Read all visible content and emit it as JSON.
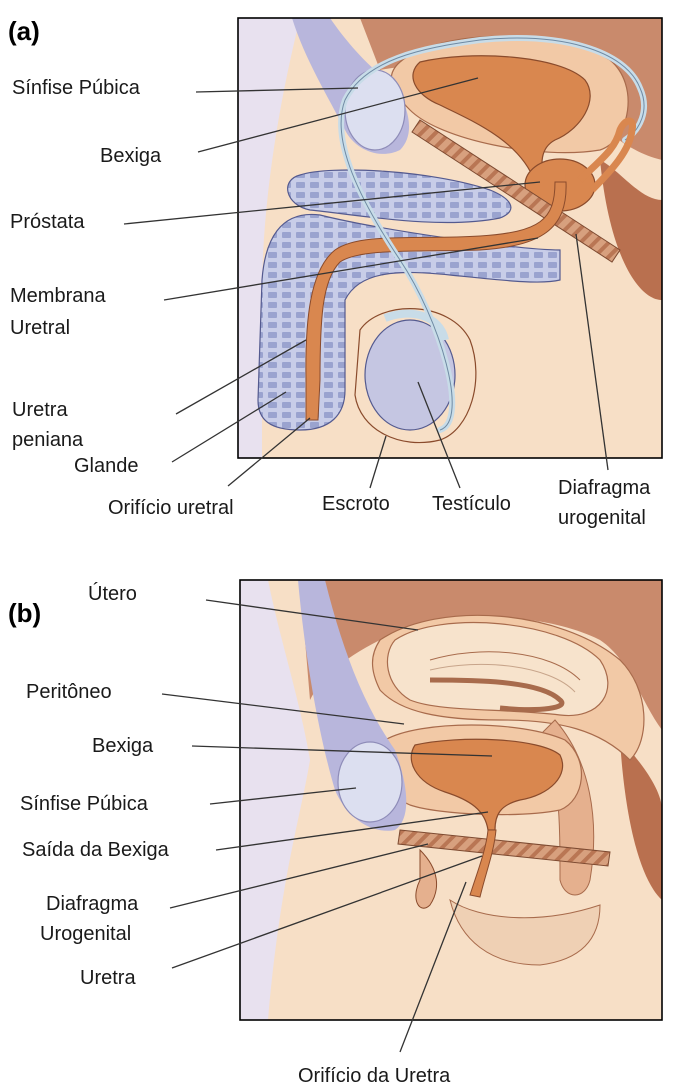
{
  "figure_a": {
    "tag": "(a)",
    "labels": {
      "sinfise": "Sínfise Púbica",
      "bexiga": "Bexiga",
      "prostata": "Próstata",
      "membrana_1": "Membrana",
      "membrana_2": "Uretral",
      "uretra_1": "Uretra",
      "uretra_2": "peniana",
      "glande": "Glande",
      "orificio": "Orifício uretral",
      "escroto": "Escroto",
      "testiculo": "Testículo",
      "diafragma_1": "Diafragma",
      "diafragma_2": "urogenital"
    }
  },
  "figure_b": {
    "tag": "(b)",
    "labels": {
      "utero": "Útero",
      "peritoneo": "Peritôneo",
      "bexiga": "Bexiga",
      "sinfise": "Sínfise Púbica",
      "saida": "Saída da Bexiga",
      "diafragma_1": "Diafragma",
      "diafragma_2": "Urogenital",
      "uretra": "Uretra",
      "orificio": "Orifício da Uretra"
    }
  },
  "colors": {
    "skin": "#f7dfc6",
    "muscle": "#cf8e6b",
    "bladder": "#d9874f",
    "tissue": "#f2c9a6",
    "bone": "#dcdff0",
    "lavender": "#e8e1ef",
    "vas": "#c8dce8",
    "outline": "#000000"
  }
}
